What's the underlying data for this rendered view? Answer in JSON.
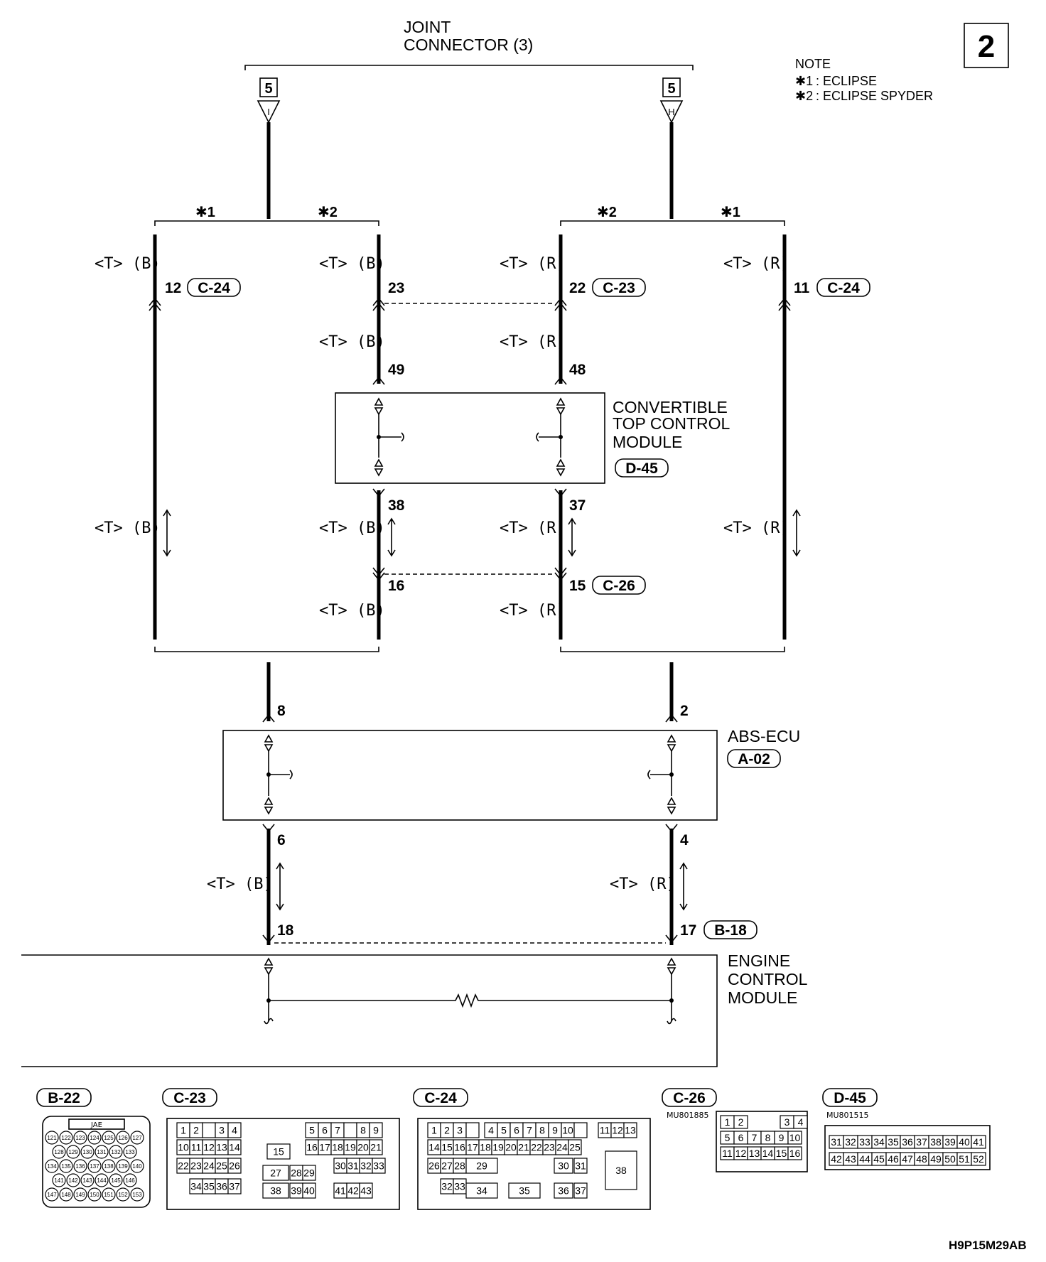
{
  "page_number": "2",
  "title": {
    "line1": "JOINT",
    "line2": "CONNECTOR (3)"
  },
  "note": {
    "heading": "NOTE",
    "n1_mark": "✱1",
    "n1_text": ": ECLIPSE",
    "n2_mark": "✱2",
    "n2_text": ": ECLIPSE SPYDER"
  },
  "joint_pins": {
    "left": "5",
    "left_letter": "I",
    "right": "5",
    "right_letter": "H"
  },
  "variants": {
    "v1": "✱1",
    "v2": "✱2"
  },
  "wire_tags": {
    "black": "<T> (B)",
    "red": "<T> (R)"
  },
  "connectors": {
    "c24": "C-24",
    "c23": "C-23",
    "c26": "C-26",
    "d45": "D-45",
    "a02": "A-02",
    "b18": "B-18",
    "b22": "B-22"
  },
  "pins": {
    "p12": "12",
    "p23": "23",
    "p22": "22",
    "p11": "11",
    "p49": "49",
    "p48": "48",
    "p38": "38",
    "p37": "37",
    "p16": "16",
    "p15": "15",
    "p8": "8",
    "p2": "2",
    "p6": "6",
    "p4": "4",
    "p18": "18",
    "p17": "17"
  },
  "modules": {
    "ctcm": {
      "line1": "CONVERTIBLE",
      "line2": "TOP CONTROL",
      "line3": "MODULE"
    },
    "abs": {
      "line1": "ABS-ECU"
    },
    "ecm": {
      "line1": "ENGINE",
      "line2": "CONTROL",
      "line3": "MODULE"
    }
  },
  "connector_views": {
    "b22_maker": "JAE",
    "c26_part": "MU801885",
    "d45_part": "MU801515"
  },
  "figure_code": "H9P15M29AB"
}
